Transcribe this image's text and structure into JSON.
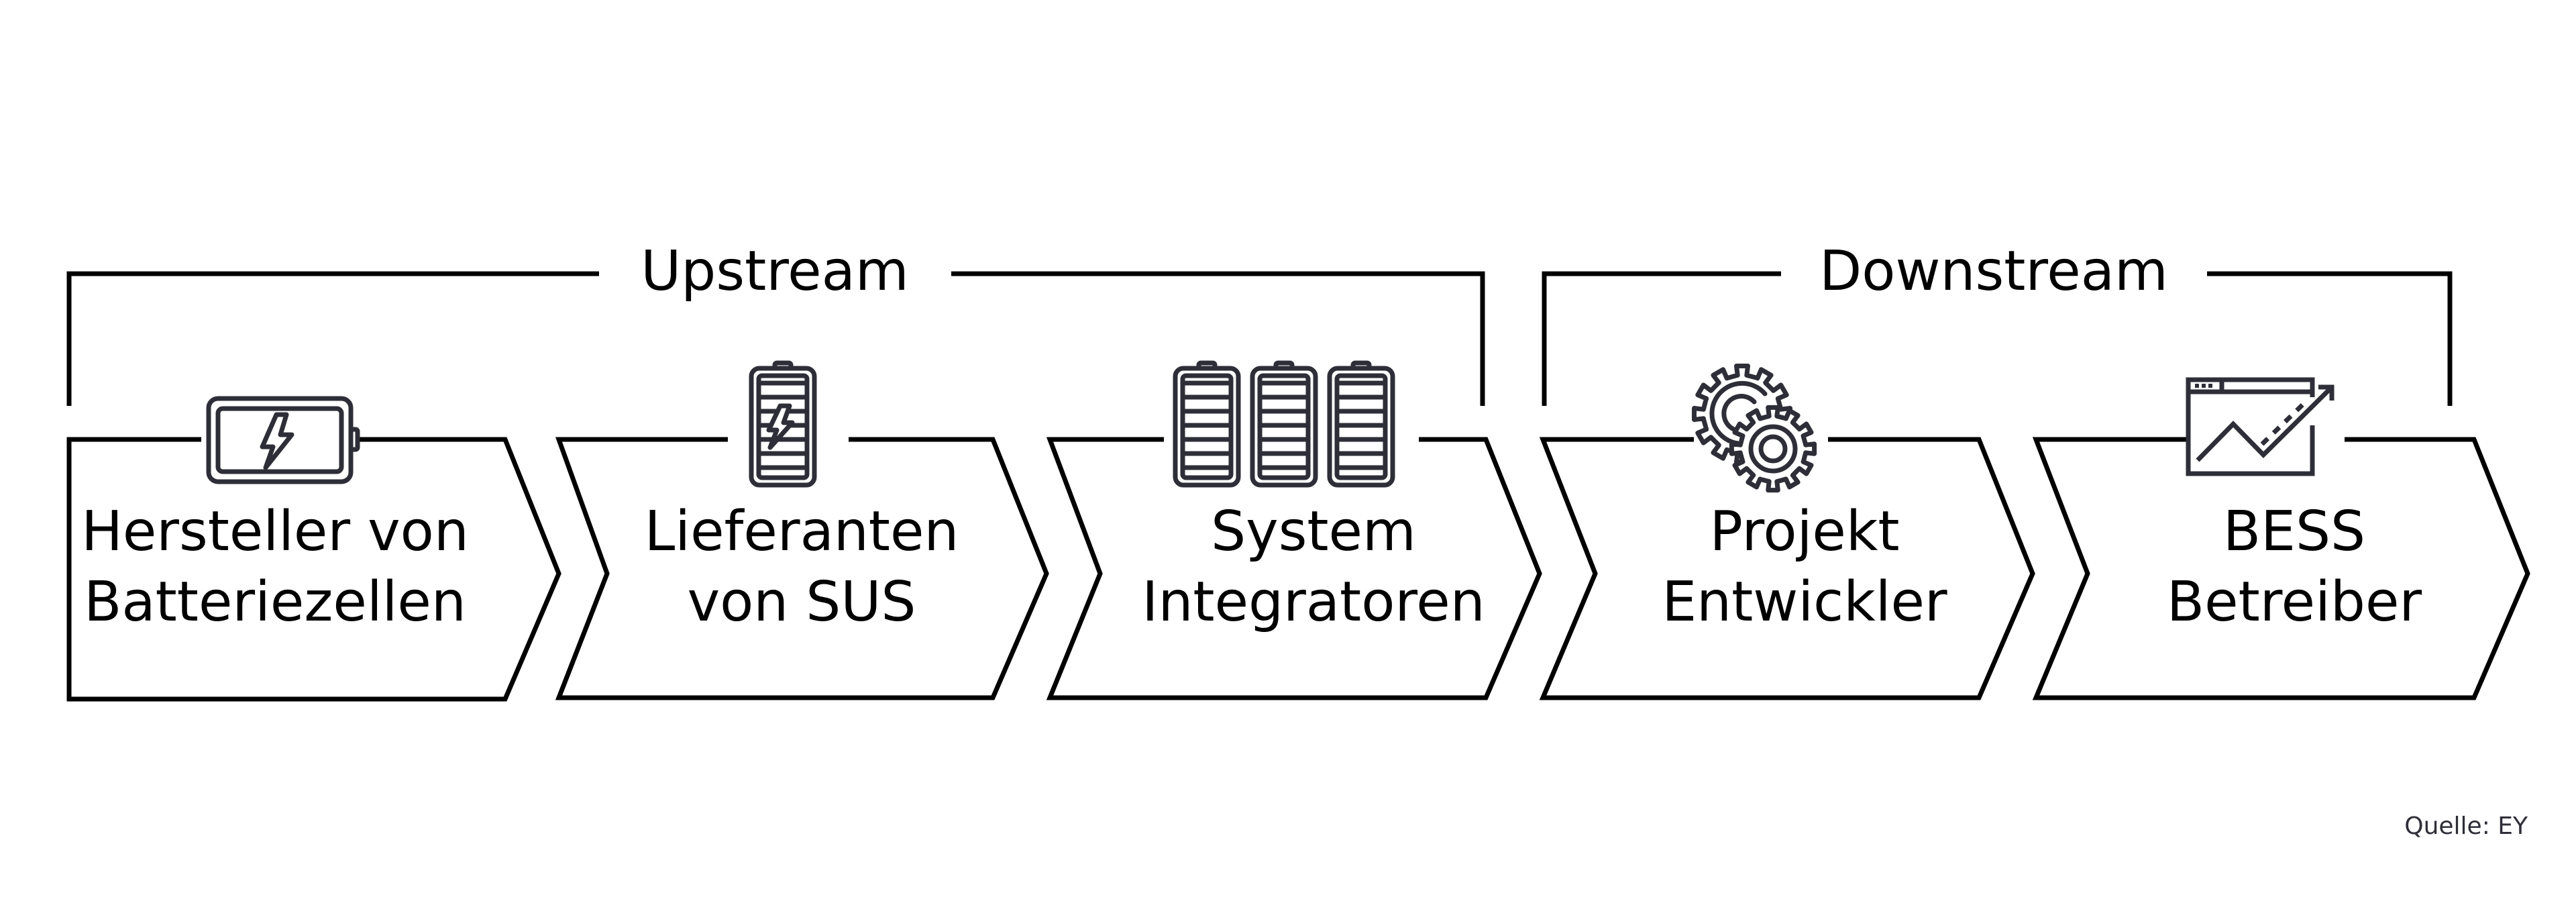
{
  "groups": {
    "upstream": {
      "label": "Upstream"
    },
    "downstream": {
      "label": "Downstream"
    }
  },
  "stages": [
    {
      "line1": "Hersteller von",
      "line2": "Batteriezellen",
      "icon": "battery-charging-icon",
      "group": "upstream"
    },
    {
      "line1": "Lieferanten",
      "line2": "von SUS",
      "icon": "battery-cell-charging-icon",
      "group": "upstream"
    },
    {
      "line1": "System",
      "line2": "Integratoren",
      "icon": "battery-pack-icon",
      "group": "upstream"
    },
    {
      "line1": "Projekt",
      "line2": "Entwickler",
      "icon": "gears-icon",
      "group": "downstream"
    },
    {
      "line1": "BESS",
      "line2": "Betreiber",
      "icon": "growth-chart-window-icon",
      "group": "downstream"
    }
  ],
  "source": "Quelle: EY",
  "colors": {
    "line": "#000000",
    "icon": "#2e2e38",
    "background": "#ffffff"
  }
}
